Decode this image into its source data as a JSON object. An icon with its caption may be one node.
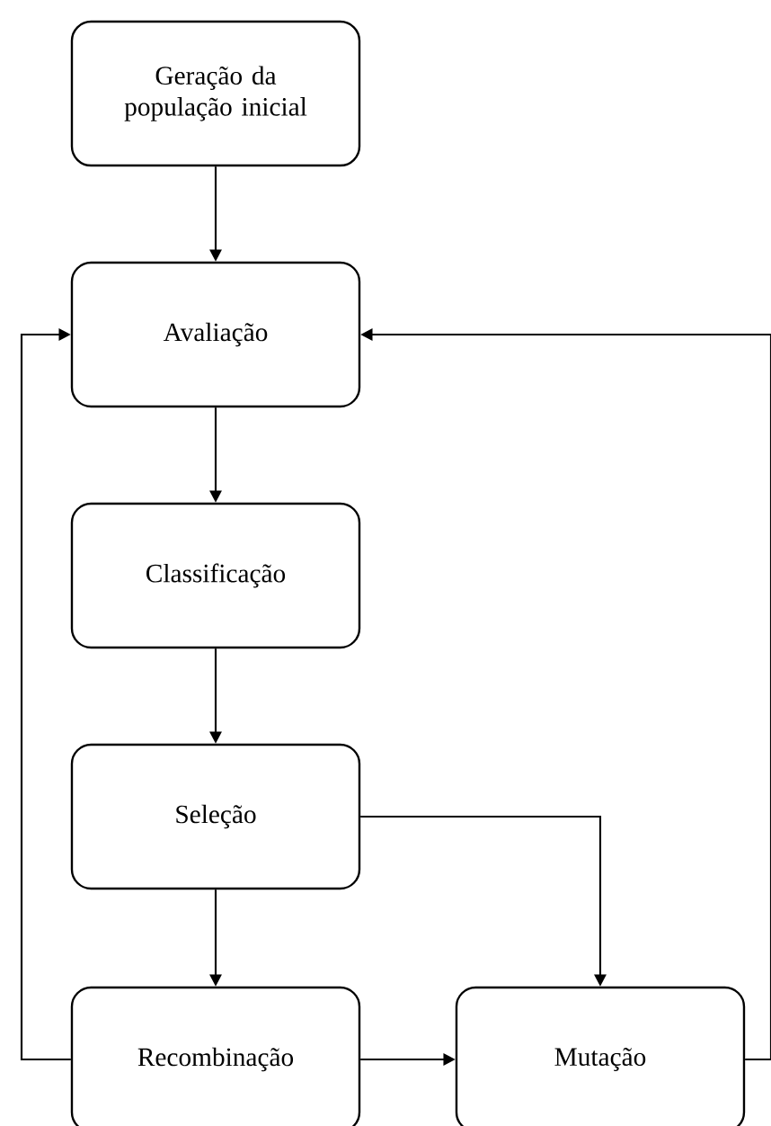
{
  "diagram": {
    "nodes": [
      {
        "text": [
          "Geração da população inicial"
        ]
      },
      {
        "text": [
          "Avaliação"
        ]
      },
      {
        "text": [
          "Classificação"
        ]
      },
      {
        "text": [
          "Seleção"
        ]
      },
      {
        "text": [
          "Recombinação"
        ]
      },
      {
        "text": [
          "Mutação"
        ]
      }
    ],
    "edges": [
      {
        "from": 0,
        "to": 1,
        "arrow": "to"
      },
      {
        "from": 1,
        "to": 2,
        "arrow": "to"
      },
      {
        "from": 2,
        "to": 3,
        "arrow": "to"
      },
      {
        "from": 3,
        "to": 4,
        "arrow": "to"
      },
      {
        "from": 3,
        "to": 5,
        "arrow": "to"
      },
      {
        "from": 4,
        "to": 5,
        "arrow": "to"
      },
      {
        "from": 4,
        "to": 1,
        "arrow": "to"
      },
      {
        "from": 5,
        "to": 1,
        "arrow": "to"
      }
    ]
  }
}
